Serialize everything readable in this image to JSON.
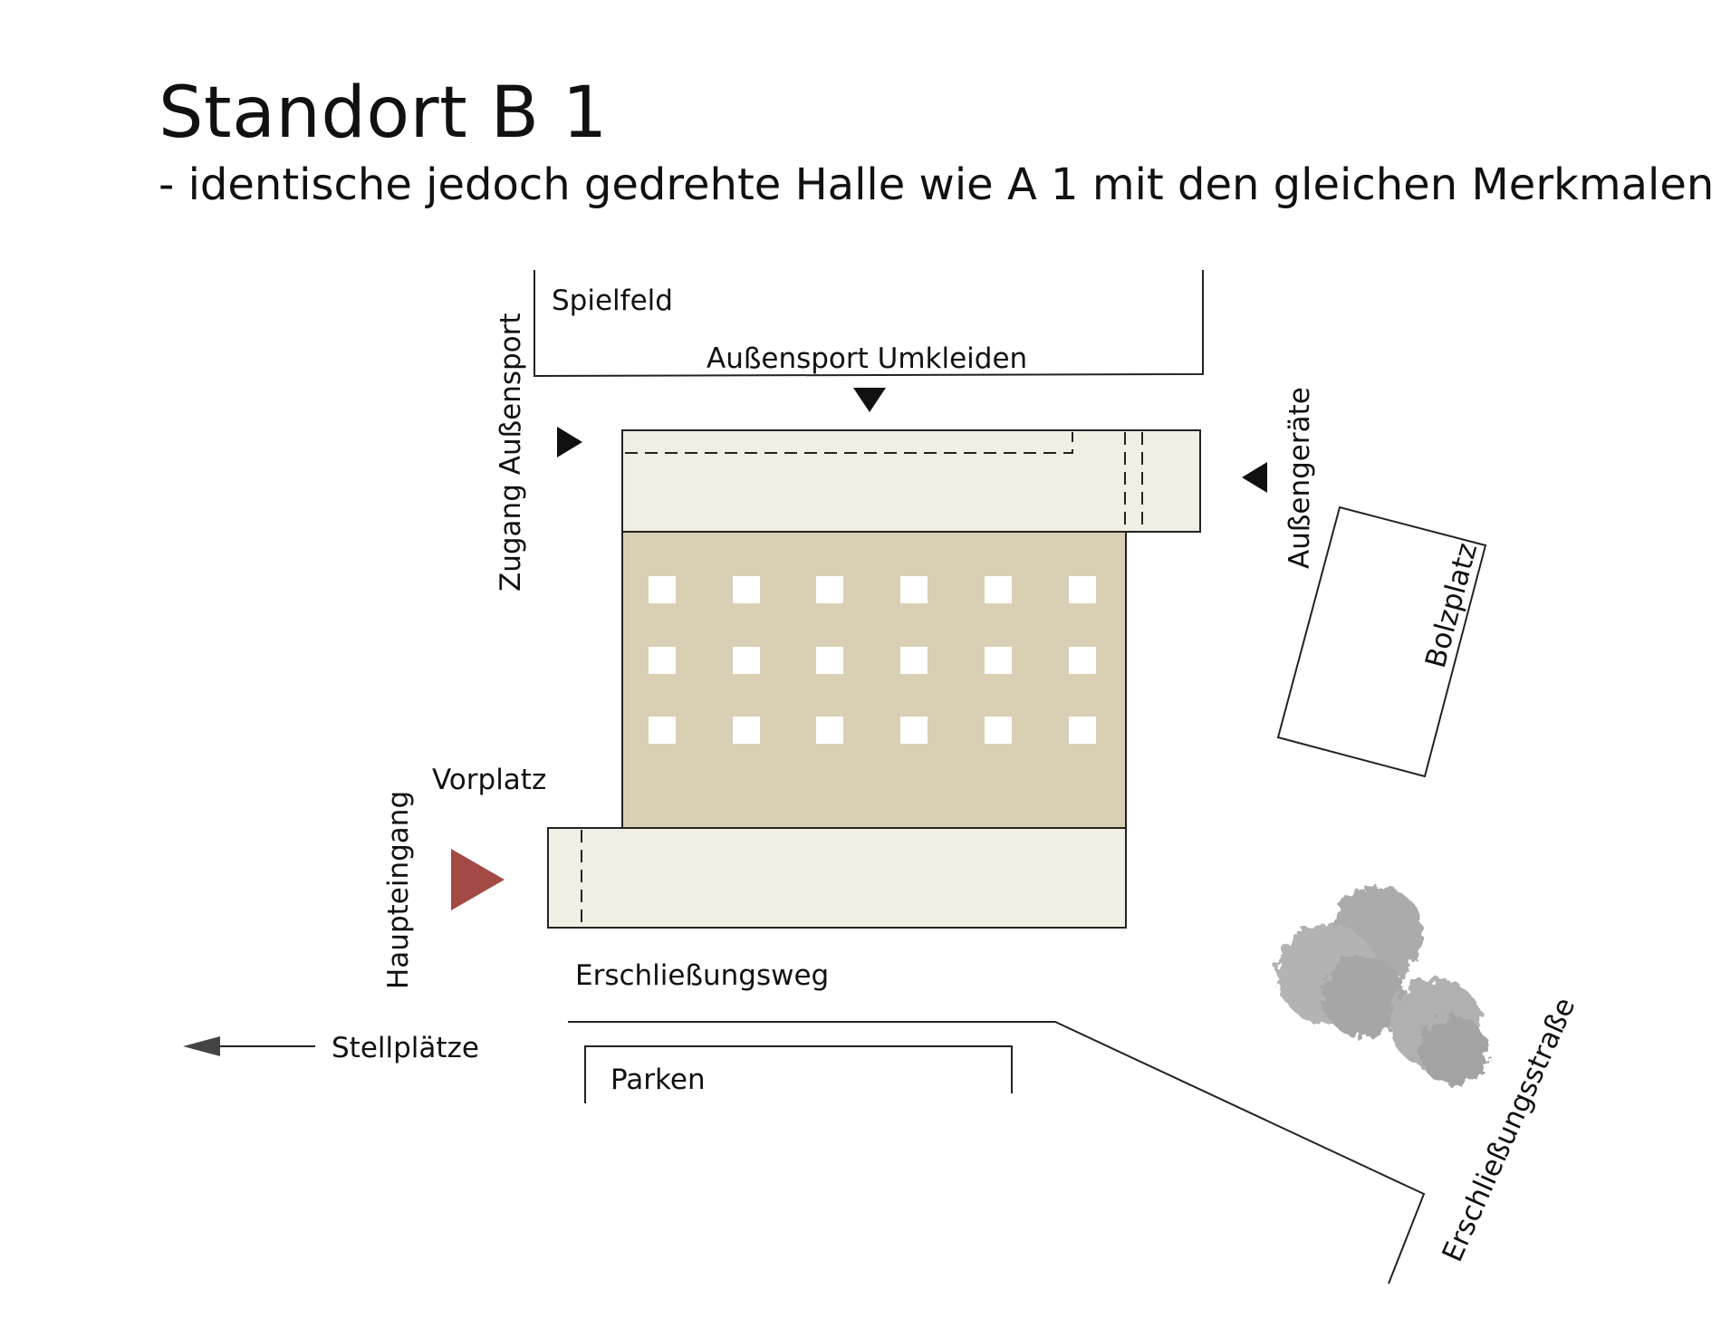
{
  "header": {
    "title": "Standort B 1",
    "subtitle": "- identische jedoch gedrehte Halle wie A 1 mit den gleichen Merkmalen"
  },
  "labels": {
    "spielfeld": "Spielfeld",
    "umkleiden": "Außensport Umkleiden",
    "zugang": "Zugang Außensport",
    "aussengeraete": "Außengeräte",
    "bolzplatz": "Bolzplatz",
    "vorplatz": "Vorplatz",
    "haupteingang": "Haupteingang",
    "erschliessungsweg": "Erschließungsweg",
    "stellplaetze": "Stellplätze",
    "parken": "Parken",
    "erschliessungsstrasse": "Erschließungsstraße"
  },
  "colors": {
    "hall": "#d9cfb4",
    "annex": "#f1eee3",
    "outline": "#222222",
    "entrance": "#a34a45",
    "tree": "#a9a9a9"
  }
}
